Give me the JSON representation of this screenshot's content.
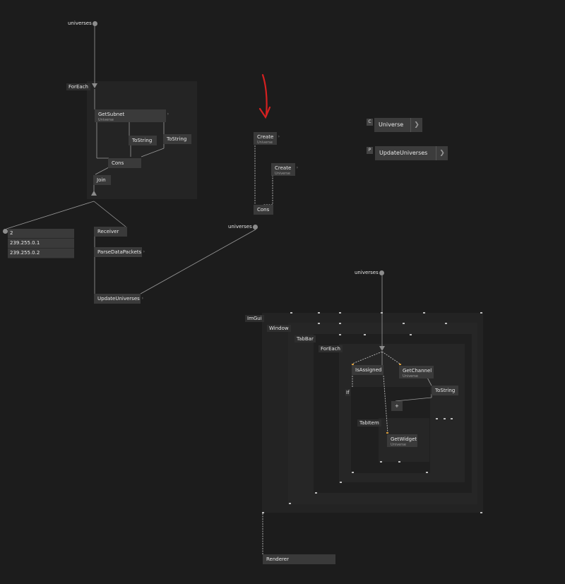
{
  "labels": {
    "universes_top": "universes",
    "universes_mid": "universes",
    "universes_right": "universes",
    "foreach_region": "ForEach",
    "imgui_region": "ImGui",
    "window_region": "Window",
    "tabbar_region": "TabBar",
    "foreach_inner_region": "ForEach",
    "if_region": "If",
    "tabitem_region": "TabItem"
  },
  "nodes": {
    "getsubnet": {
      "title": "GetSubnet",
      "sub": "Universe"
    },
    "tostring_a": {
      "title": "ToString"
    },
    "tostring_b": {
      "title": "ToString"
    },
    "cons_a": {
      "title": "Cons"
    },
    "join": {
      "title": "Join"
    },
    "receiver": {
      "title": "Receiver"
    },
    "parsedatapackets": {
      "title": "ParseDataPackets"
    },
    "updateuniverses": {
      "title": "UpdateUniverses"
    },
    "create_a": {
      "title": "Create",
      "sub": "Universe"
    },
    "create_b": {
      "title": "Create",
      "sub": "Universe"
    },
    "cons_b": {
      "title": "Cons"
    },
    "isassigned": {
      "title": "IsAssigned"
    },
    "getchannel": {
      "title": "GetChannel",
      "sub": "Universe"
    },
    "tostring_c": {
      "title": "ToString"
    },
    "plus": {
      "title": "+"
    },
    "getwidget": {
      "title": "GetWidget",
      "sub": "Universe"
    },
    "renderer": {
      "title": "Renderer"
    }
  },
  "iolist": {
    "count": "2",
    "items": [
      "239.255.0.1",
      "239.255.0.2"
    ]
  },
  "type_buttons": {
    "universe": {
      "tag": "C",
      "label": "Universe"
    },
    "updateuniverses": {
      "tag": "P",
      "label": "UpdateUniverses"
    }
  },
  "colors": {
    "background": "#1c1c1c",
    "node": "#3a3a3a",
    "annotation": "#d42020",
    "pin_accent": "#d59a3a"
  }
}
